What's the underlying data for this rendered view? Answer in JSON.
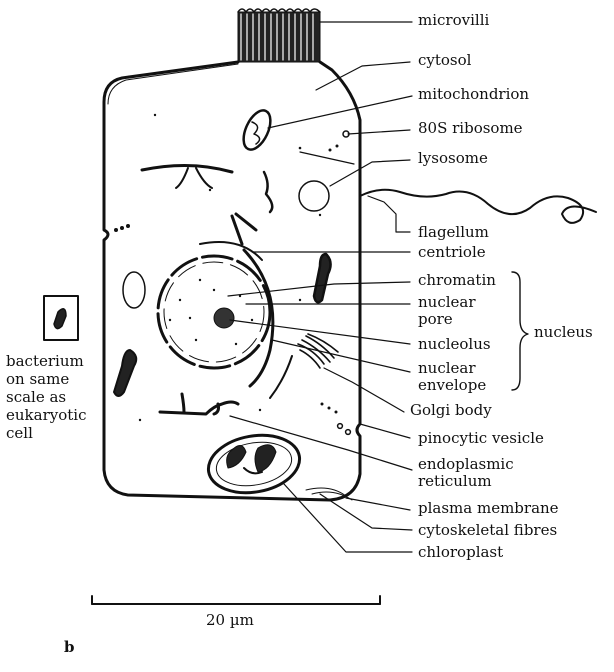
{
  "labels": {
    "microvilli": "microvilli",
    "cytosol": "cytosol",
    "mitochondrion": "mitochondrion",
    "ribosome": "80S ribosome",
    "lysosome": "lysosome",
    "flagellum": "flagellum",
    "centriole": "centriole",
    "chromatin": "chromatin",
    "nuclear_pore": "nuclear\npore",
    "nucleolus": "nucleolus",
    "nuclear_envelope": "nuclear\nenvelope",
    "nucleus": "nucleus",
    "golgi": "Golgi body",
    "pinocytic": "pinocytic vesicle",
    "er": "endoplasmic\nreticulum",
    "plasma_membrane": "plasma membrane",
    "cytoskeletal": "cytoskeletal fibres",
    "chloroplast": "chloroplast",
    "bacterium": "bacterium\non same\nscale as\neukaryotic\ncell"
  },
  "scale_bar": {
    "label": "20 µm"
  },
  "panel_letter": "b"
}
